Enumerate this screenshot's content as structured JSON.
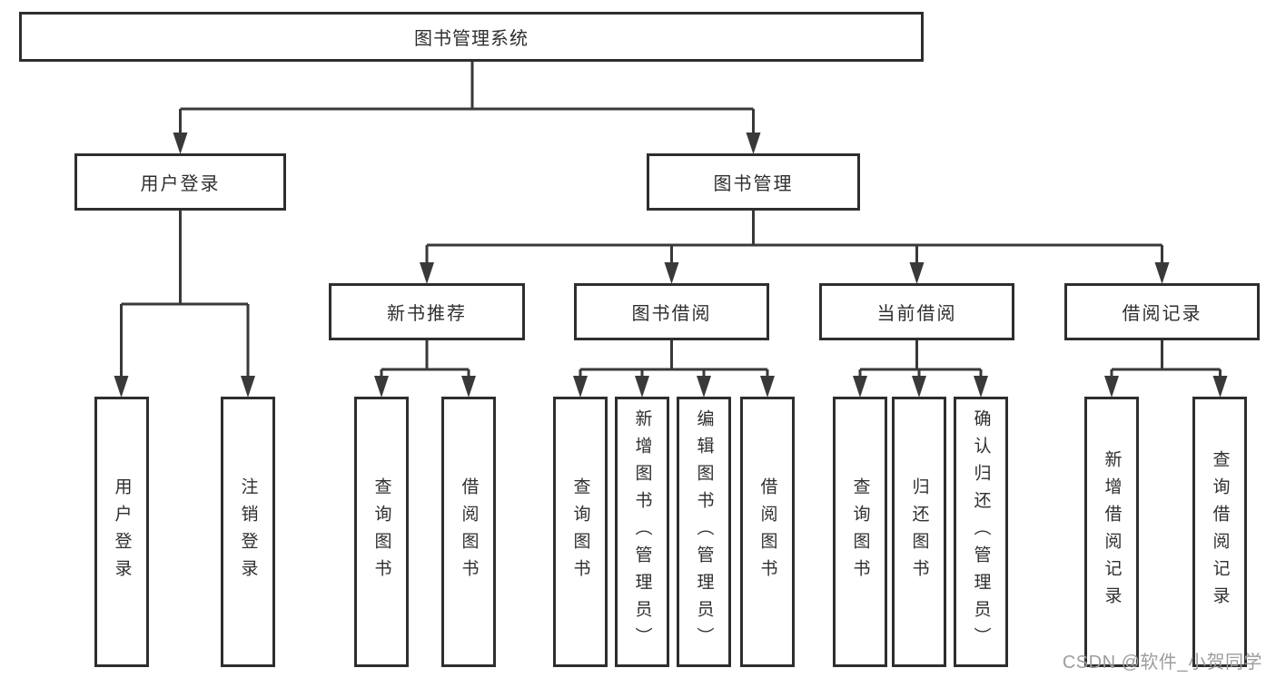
{
  "diagram_type": "hierarchy-tree",
  "colors": {
    "background": "#ffffff",
    "box_border": "#2e2e2e",
    "connector_line": "#393939",
    "text": "#2f2f2f",
    "watermark_text": "#9d9d9d"
  },
  "tree": {
    "root": {
      "label": "图书管理系统",
      "children": [
        {
          "label": "用户登录",
          "children": [
            {
              "label": "用户登录"
            },
            {
              "label": "注销登录"
            }
          ]
        },
        {
          "label": "图书管理",
          "children": [
            {
              "label": "新书推荐",
              "children": [
                {
                  "label": "查询图书"
                },
                {
                  "label": "借阅图书"
                }
              ]
            },
            {
              "label": "图书借阅",
              "children": [
                {
                  "label": "查询图书"
                },
                {
                  "label": "新增图书（管理员）"
                },
                {
                  "label": "编辑图书（管理员）"
                },
                {
                  "label": "借阅图书"
                }
              ]
            },
            {
              "label": "当前借阅",
              "children": [
                {
                  "label": "查询图书"
                },
                {
                  "label": "归还图书"
                },
                {
                  "label": "确认归还（管理员）"
                }
              ]
            },
            {
              "label": "借阅记录",
              "children": [
                {
                  "label": "新增借阅记录"
                },
                {
                  "label": "查询借阅记录"
                }
              ]
            }
          ]
        }
      ]
    }
  },
  "watermark": {
    "text": "CSDN @软件_小贺同学"
  }
}
